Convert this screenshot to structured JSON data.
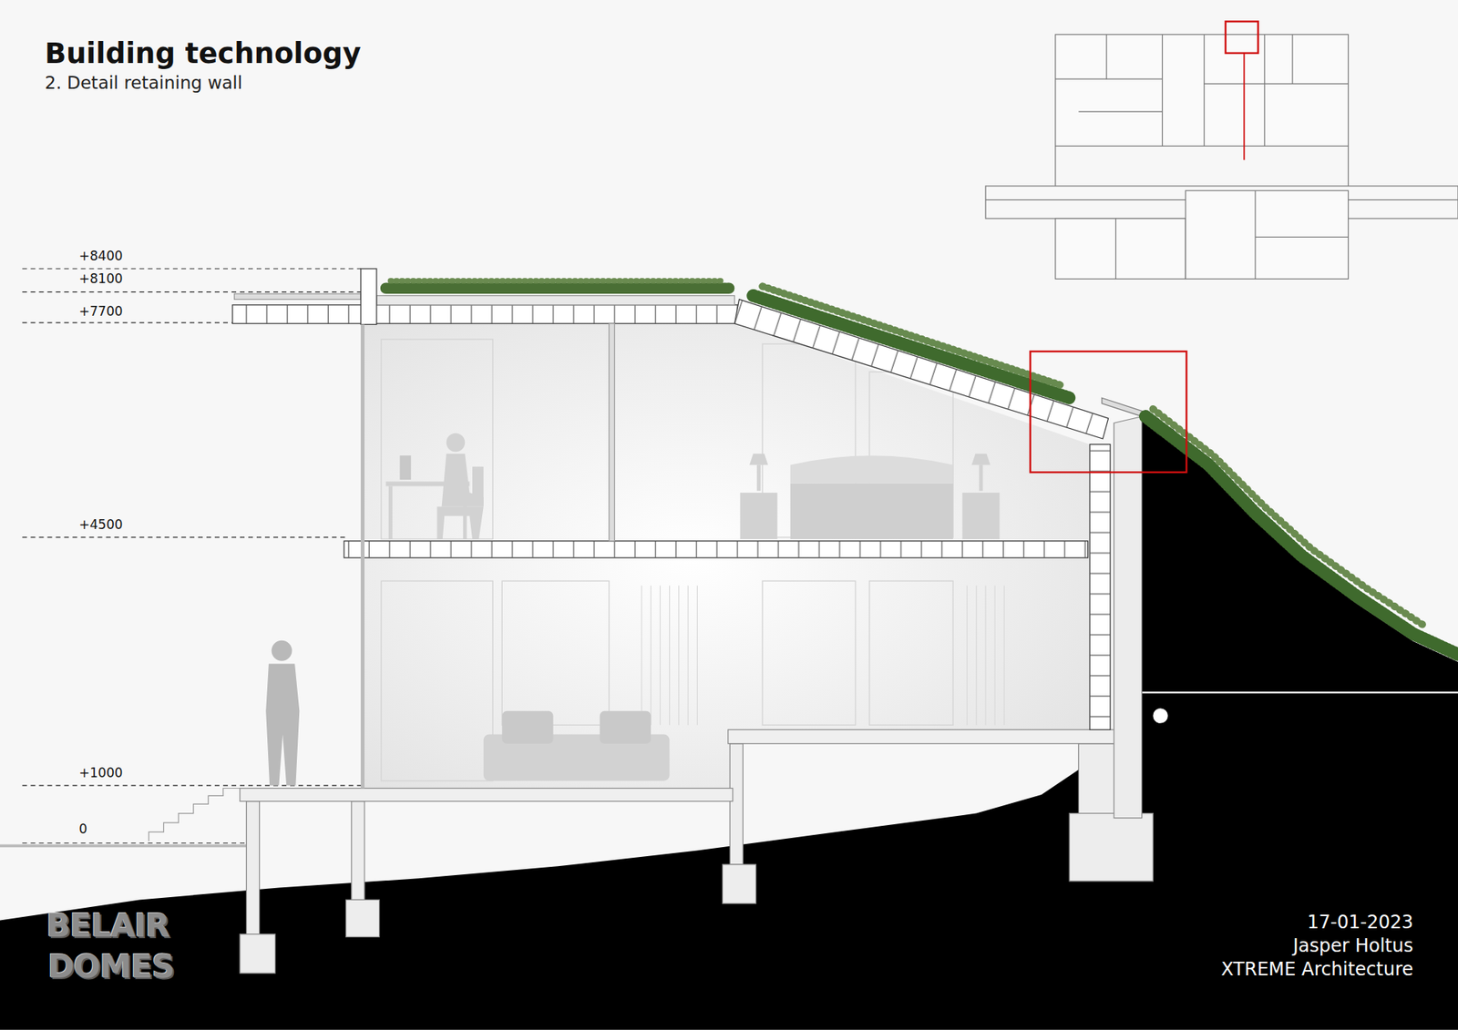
{
  "diagram": {
    "title": "Building technology",
    "caption": "2. Detail retaining wall",
    "labels": [
      "+8400",
      "+8100",
      "+7700",
      "+4500",
      "+1000",
      "0",
      "BELAIR",
      "DOMES",
      "17-01-2023",
      "Jasper Holtus",
      "XTREME Architecture"
    ]
  }
}
